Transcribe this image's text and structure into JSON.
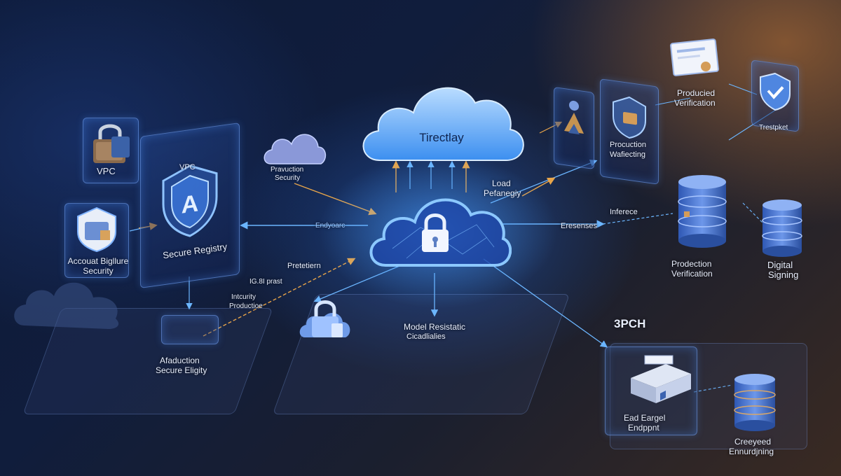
{
  "nodes": {
    "vpc": {
      "label": "VPC"
    },
    "registry_panel": {
      "title": "VPC",
      "label": "Secure Registry"
    },
    "account_security": {
      "line1": "Accouat Bigllure",
      "line2": "Security"
    },
    "production_security": {
      "line1": "Pravuction",
      "line2": "Security"
    },
    "gateway_cloud": {
      "label": "Tirectlay"
    },
    "load_balancing": {
      "line1": "Load",
      "line2": "Pefanegiy"
    },
    "endpoint_link": {
      "label": "Endyoarc"
    },
    "pretection": {
      "label": "Pretetiern"
    },
    "label_phst": {
      "label": "IG.8I prast"
    },
    "intercurity": {
      "line1": "Intcurity",
      "line2": "Productioe"
    },
    "afaduction": {
      "line1": "Afaduction",
      "line2": "Secure Eligity"
    },
    "model_registry": {
      "line1": "Model Resistatic",
      "line2": "Cicadlialies"
    },
    "wafering_panel": {
      "line1": "Procuction",
      "line2": "Wafiecting"
    },
    "production_verification_top": {
      "line1": "Producied",
      "line2": "Verification"
    },
    "trustpkt": {
      "label": "Trestpket"
    },
    "inferece": {
      "label": "Inferece"
    },
    "eresenses": {
      "label": "Eresenses"
    },
    "production_verification": {
      "line1": "Prodection",
      "line2": "Verification"
    },
    "digital_signing": {
      "line1": "Digital",
      "line2": "Signing"
    },
    "bpch": {
      "label": "3PCH"
    },
    "load_endpoint": {
      "line1": "Ead Eargel",
      "line2": "Endppnt"
    },
    "encrypted": {
      "line1": "Creeyeed",
      "line2": "Ennurdjning"
    }
  },
  "colors": {
    "blue_glow": "#4da3ff",
    "orange_arrow": "#e8a54a",
    "orange_ambient": "#d68034",
    "background": "#0d1a38"
  },
  "icons": [
    "padlock-icon",
    "shield-icon",
    "cloud-icon",
    "database-icon",
    "server-icon",
    "certificate-icon",
    "checkmark-shield-icon"
  ]
}
